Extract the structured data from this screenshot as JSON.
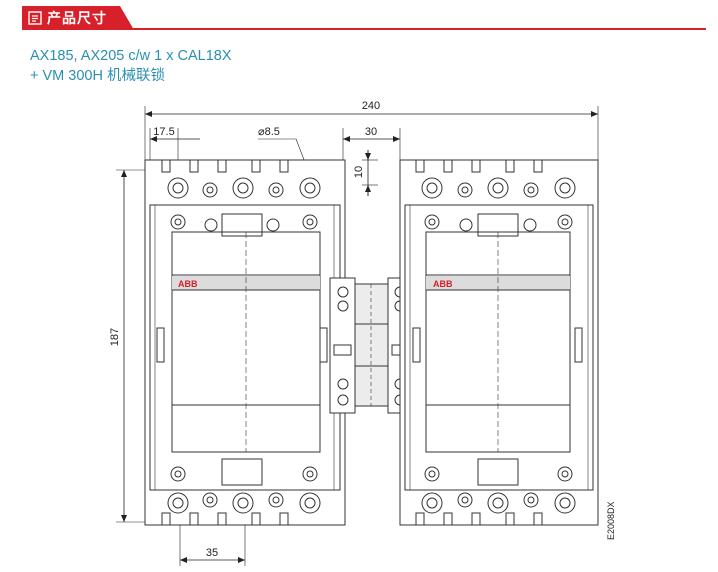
{
  "header": {
    "tab_label": "产品尺寸",
    "icon": "document-list-icon",
    "accent": "#d7202a"
  },
  "title": {
    "line1": "AX185, AX205 c/w 1 x CAL18X",
    "line2": "+ VM 300H 机械联锁",
    "color": "#2a8fb0"
  },
  "drawing": {
    "dimensions": {
      "overall_width": "240",
      "overall_height": "187",
      "terminal_offset": "17.5",
      "hole_diameter": "⌀8.5",
      "gap_width": "30",
      "terminal_depth": "10",
      "bottom_spacing": "35"
    },
    "brand_left": "ABB",
    "brand_right": "ABB",
    "drawing_code": "E2008DX"
  }
}
